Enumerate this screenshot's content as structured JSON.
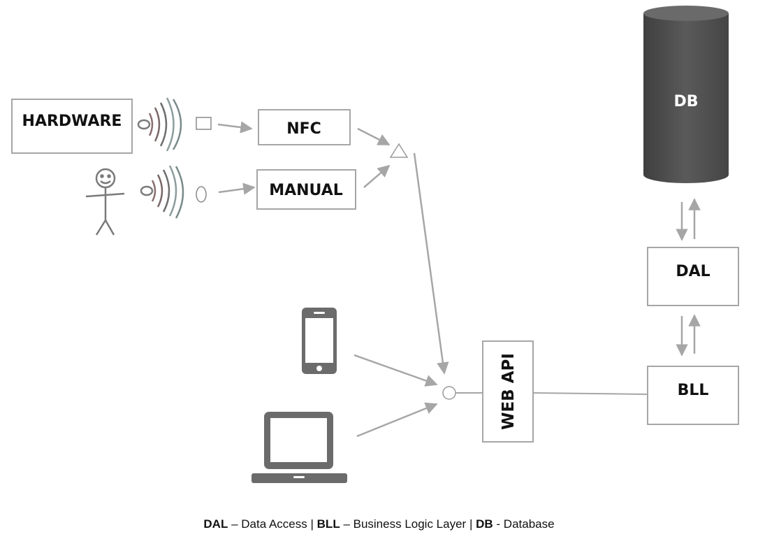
{
  "nodes": {
    "hardware": "HARDWARE",
    "nfc": "NFC",
    "manual": "MANUAL",
    "web_api": "WEB API",
    "bll": "BLL",
    "dal": "DAL",
    "db": "DB"
  },
  "legend": {
    "dal_abbr": "DAL",
    "dal_desc": "– Data Access",
    "sep1": "|",
    "bll_abbr": "BLL",
    "bll_desc": "– Business Logic Layer",
    "sep2": "|",
    "db_abbr": "DB",
    "db_desc": "- Database"
  },
  "colors": {
    "line": "#a6a6a6",
    "box_border": "#a6a6a6",
    "device": "#6b6b6b",
    "db_cylinder": "#555555",
    "db_label": "#ffffff"
  },
  "icons": [
    "person-icon",
    "wireless-signal-icon",
    "smartphone-icon",
    "laptop-icon",
    "database-cylinder-icon"
  ]
}
